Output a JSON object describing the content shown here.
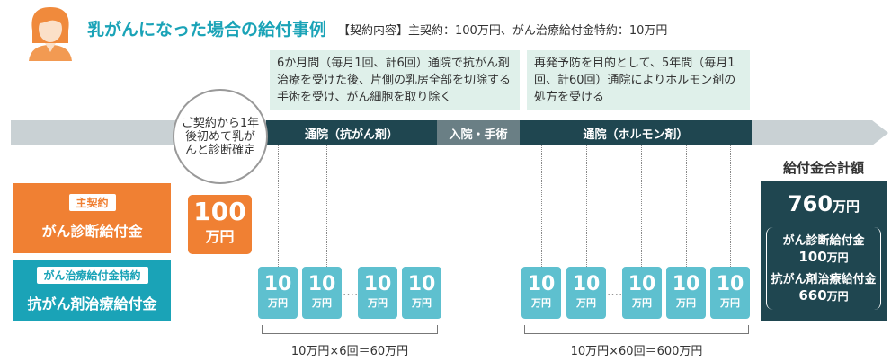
{
  "header": {
    "title": "乳がんになった場合の給付事例",
    "contract": "【契約内容】主契約：100万円、がん治療給付金特約：10万円"
  },
  "notes": {
    "chemo": "6か月間（毎月1回、計6回）通院で抗がん剤治療を受けた後、片側の乳房全部を切除する手術を受け、がん細胞を取り除く",
    "hormone": "再発予防を目的として、5年間（毎月1回、計60回）通院によりホルモン剤の処方を受ける"
  },
  "timeline": {
    "diagnosis": "ご契約から1年後初めて乳がんと診断確定",
    "seg_chemo": "通院（抗がん剤）",
    "seg_surgery": "入院・手術",
    "seg_hormone": "通院（ホルモン剤）"
  },
  "labels": {
    "main_tag": "主契約",
    "main_label": "がん診断給付金",
    "rider_tag": "がん治療給付金特約",
    "rider_label": "抗がん剤治療給付金"
  },
  "payouts": {
    "diagnosis_amount": "100",
    "diagnosis_unit": "万円",
    "monthly_amount": "10",
    "monthly_unit": "万円",
    "ellipsis": "……",
    "calc_chemo": "10万円×6回＝60万円",
    "calc_hormone": "10万円×60回＝600万円"
  },
  "total": {
    "title": "給付金合計額",
    "amount": "760",
    "unit": "万円",
    "diag_label": "がん診断給付金",
    "diag_amount": "100",
    "chemo_label": "抗がん剤治療給付金",
    "chemo_amount": "660"
  },
  "colors": {
    "accent": "#1aa3b7",
    "orange": "#f08033",
    "dark": "#1f4650",
    "light_teal": "#5ec0cf"
  }
}
